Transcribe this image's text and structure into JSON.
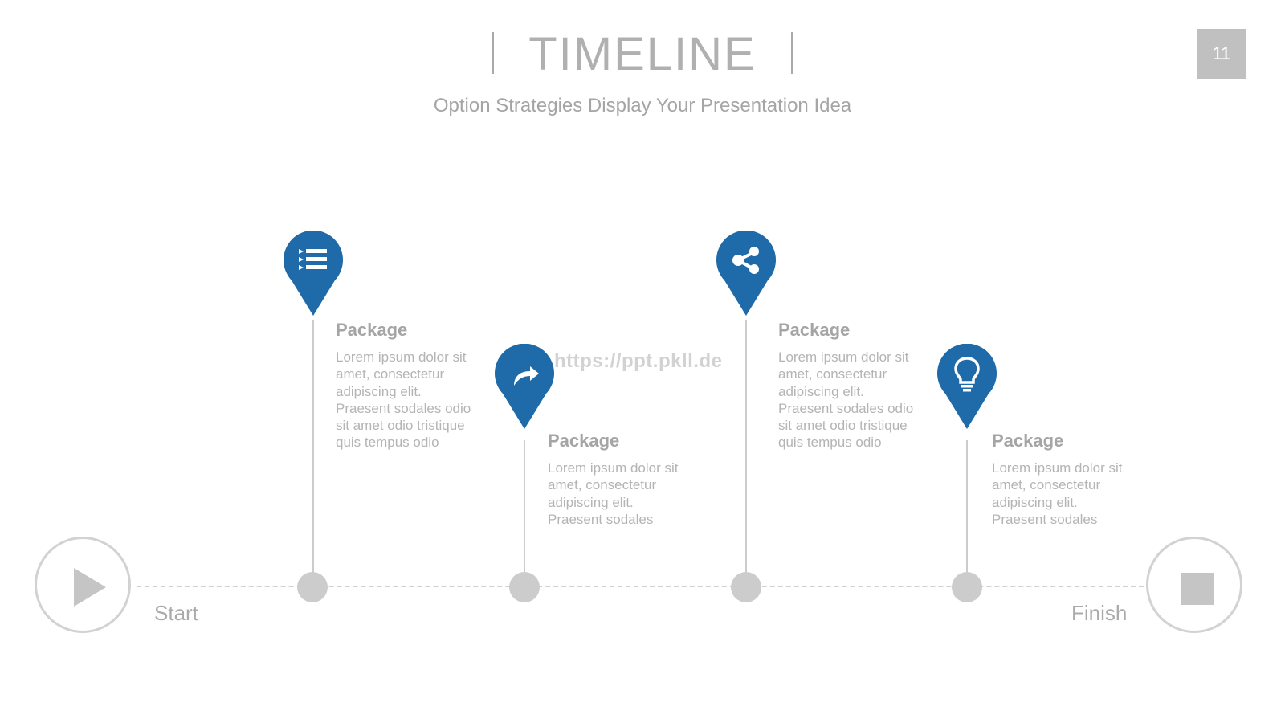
{
  "header": {
    "title": "TIMELINE",
    "subtitle": "Option Strategies Display Your Presentation Idea",
    "page_number": "11"
  },
  "timeline": {
    "start_label": "Start",
    "finish_label": "Finish",
    "milestones": [
      {
        "title": "Package",
        "body": "Lorem ipsum dolor sit amet, consectetur adipiscing elit. Praesent sodales odio sit amet odio tristique quis tempus odio",
        "icon": "list-icon"
      },
      {
        "title": "Package",
        "body": "Lorem ipsum dolor sit amet, consectetur adipiscing elit. Praesent sodales",
        "icon": "share-arrow-icon"
      },
      {
        "title": "Package",
        "body": "Lorem ipsum dolor sit amet, consectetur adipiscing elit. Praesent sodales odio sit amet odio tristique quis tempus odio",
        "icon": "share-nodes-icon"
      },
      {
        "title": "Package",
        "body": "Lorem ipsum dolor sit amet, consectetur adipiscing elit. Praesent sodales",
        "icon": "lightbulb-icon"
      }
    ]
  },
  "watermark": "https://ppt.pkll.de",
  "colors": {
    "accent": "#1f6aa8",
    "gray": "#cccccc"
  }
}
